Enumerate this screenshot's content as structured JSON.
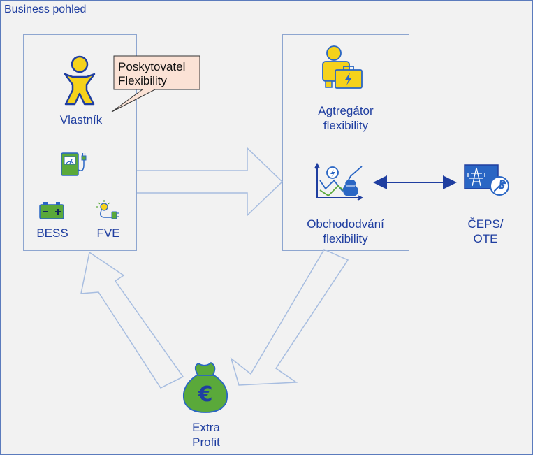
{
  "diagram": {
    "title": "Business pohled",
    "owner_label": "Vlastník",
    "callout": {
      "line1": "Poskytovatel",
      "line2": "Flexibility"
    },
    "bess_label": "BESS",
    "fve_label": "FVE",
    "aggregator": {
      "line1": "Agtregátor",
      "line2": "flexibility"
    },
    "trading": {
      "line1": "Obchododvání",
      "line2": "flexibility"
    },
    "ceps": {
      "line1": "ČEPS/",
      "line2": "OTE"
    },
    "profit": {
      "line1": "Extra",
      "line2": "Profit"
    },
    "euro_symbol": "€"
  },
  "colors": {
    "label_blue": "#1f3ea0",
    "box_border": "#8ea6d0",
    "arrow_stroke": "#a7bde0",
    "person_yellow": "#f5d21b",
    "money_green": "#5aa93a",
    "icon_blue": "#2a66c4",
    "callout_fill": "#fbe2d5"
  },
  "icons": {
    "owner": "person-icon",
    "charger": "ev-charger-icon",
    "battery": "battery-icon",
    "solar": "solar-plug-icon",
    "aggregator": "businessperson-icon",
    "trading": "trading-chart-icon",
    "ceps": "grid-tower-wrench-icon",
    "profit": "money-bag-euro-icon"
  }
}
